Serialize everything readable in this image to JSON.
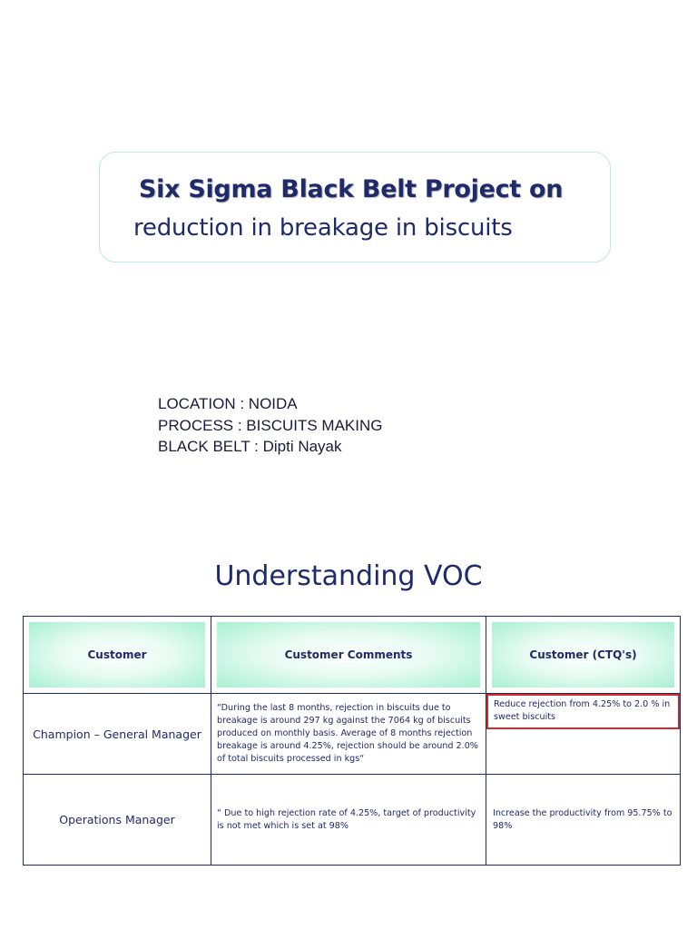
{
  "title": {
    "main": "Six Sigma Black Belt Project on",
    "sub": "reduction in breakage in biscuits"
  },
  "info": {
    "location": "LOCATION : NOIDA",
    "process": "PROCESS : BISCUITS MAKING",
    "black_belt": "BLACK BELT : Dipti Nayak"
  },
  "section_title": "Understanding VOC",
  "voc_table": {
    "headers": [
      "Customer",
      "Customer Comments",
      "Customer (CTQ's)"
    ],
    "rows": [
      {
        "customer": "Champion – General Manager",
        "comment": "“During the last 8 months, rejection in biscuits due to breakage is around 297 kg against the 7064 kg of biscuits produced on monthly basis. Average of 8 months rejection breakage is around 4.25%, rejection should be around 2.0% of total biscuits processed in kgs“",
        "ctq": " Reduce rejection from 4.25% to 2.0 % in sweet biscuits"
      },
      {
        "customer": "Operations Manager",
        "comment": "“ Due to high rejection rate of 4.25%, target of productivity is not met which is set at 98%",
        "ctq": "Increase the productivity from 95.75% to 98%"
      }
    ]
  }
}
